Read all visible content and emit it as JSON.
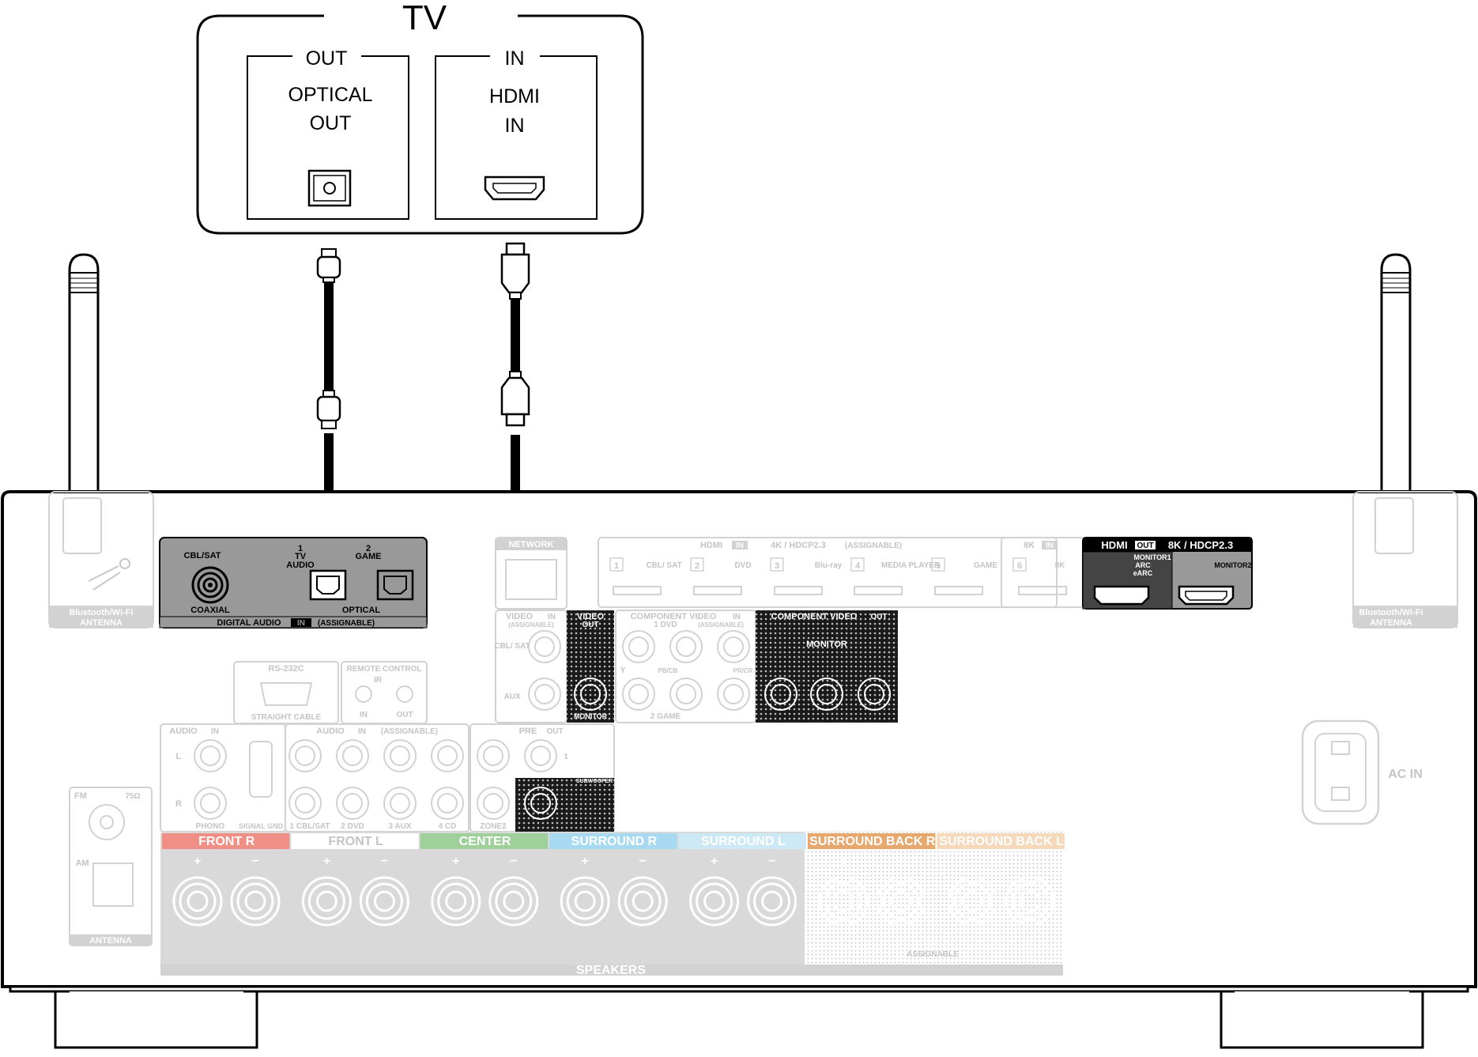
{
  "tv": {
    "title": "TV",
    "out_group": "OUT",
    "in_group": "IN",
    "optical_line1": "OPTICAL",
    "optical_line2": "OUT",
    "hdmi_line1": "HDMI",
    "hdmi_line2": "IN"
  },
  "receiver": {
    "antenna_label_line1": "Bluetooth/Wi-Fi",
    "antenna_label_line2": "ANTENNA",
    "digital_audio": {
      "cbl_sat": "CBL/SAT",
      "coaxial": "COAXIAL",
      "tv_num": "1",
      "tv": "TV",
      "tv_audio": "AUDIO",
      "game_num": "2",
      "game": "GAME",
      "optical": "OPTICAL",
      "title": "DIGITAL AUDIO",
      "in_badge": "IN",
      "assignable": "(ASSIGNABLE)"
    },
    "network": "NETWORK",
    "hdmi_in": {
      "title": "HDMI",
      "in_badge": "IN",
      "spec": "4K / HDCP2.3",
      "assignable": "(ASSIGNABLE)",
      "inputs": [
        "CBL/ SAT",
        "DVD",
        "Blu-ray",
        "MEDIA PLAYER",
        "GAME",
        "8K"
      ],
      "numbers": [
        "1",
        "2",
        "3",
        "4",
        "5",
        "6"
      ],
      "eightk": "8K"
    },
    "hdmi_out": {
      "title": "HDMI",
      "out_badge": "OUT",
      "spec": "8K / HDCP2.3",
      "monitor1": "MONITOR1",
      "arc": "ARC",
      "earc": "eARC",
      "monitor2": "MONITOR2"
    },
    "video_in": {
      "title": "VIDEO",
      "in_badge": "IN",
      "assignable": "(ASSIGNABLE)",
      "in1": "CBL/ SAT",
      "in2": "AUX"
    },
    "video_out": {
      "title": "VIDEO",
      "out_badge": "OUT",
      "monitor": "MONITOR"
    },
    "component_in": {
      "title": "COMPONENT VIDEO",
      "in_badge": "IN",
      "assignable": "(ASSIGNABLE)",
      "dvd": "1 DVD",
      "game": "2 GAME",
      "y": "Y",
      "pb": "PB/CB",
      "pr": "PR/CR"
    },
    "component_out": {
      "title": "COMPONENT VIDEO",
      "out_badge": "OUT",
      "monitor": "MONITOR"
    },
    "rs232c": {
      "title": "RS-232C",
      "cable": "STRAIGHT CABLE"
    },
    "remote": {
      "title": "REMOTE CONTROL",
      "ir": "IR",
      "in": "IN",
      "out": "OUT"
    },
    "audio_in_left": {
      "title": "AUDIO",
      "in_badge": "IN",
      "l": "L",
      "r": "R",
      "phono": "PHONO",
      "gnd": "SIGNAL GND"
    },
    "audio_in": {
      "title": "AUDIO",
      "in_badge": "IN",
      "assignable": "(ASSIGNABLE)",
      "inputs": [
        "1 CBL/SAT",
        "2 DVD",
        "3 AUX",
        "4 CD"
      ]
    },
    "pre_out": {
      "title": "PRE",
      "out_badge": "OUT",
      "zone2": "ZONE2",
      "subwoofer": "SUBWOOFER",
      "num1": "1"
    },
    "tuner": {
      "fm": "FM",
      "ohm": "75Ω",
      "am": "AM",
      "antenna": "ANTENNA"
    },
    "speakers": {
      "title": "SPEAKERS",
      "assignable": "ASSIGNABLE",
      "channels": [
        {
          "label": "FRONT",
          "side": "R",
          "color": "#f08f86"
        },
        {
          "label": "FRONT",
          "side": "L",
          "color": "#ffffff"
        },
        {
          "label": "CENTER",
          "side": "",
          "color": "#9fd09b"
        },
        {
          "label": "SURROUND",
          "side": "R",
          "color": "#a7daf0"
        },
        {
          "label": "SURROUND",
          "side": "L",
          "color": "#cde9f5"
        },
        {
          "label": "SURROUND BACK",
          "side": "R",
          "color": "#e7a86d"
        },
        {
          "label": "SURROUND BACK",
          "side": "L",
          "color": "#f6d8ba"
        }
      ]
    },
    "ac_in": "AC IN"
  }
}
